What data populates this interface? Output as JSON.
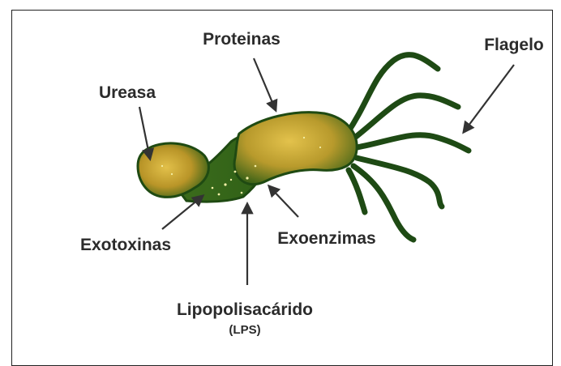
{
  "labels": {
    "proteinas": "Proteinas",
    "flagelo": "Flagelo",
    "ureasa": "Ureasa",
    "exotoxinas": "Exotoxinas",
    "exoenzimas": "Exoenzimas",
    "lipopolisacarido": "Lipopolisacárido",
    "lps": "(LPS)"
  },
  "colors": {
    "body_outline": "#1f4a12",
    "body_dark": "#2f6a1c",
    "body_light": "#c9a53a",
    "flagellum": "#1e4a14",
    "arrow": "#333333",
    "text": "#2b2b2b"
  }
}
